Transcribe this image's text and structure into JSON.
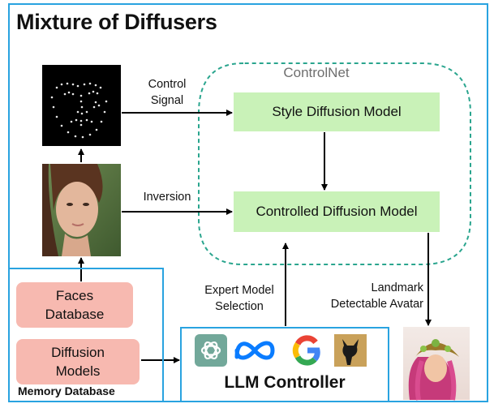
{
  "title": "Mixture of Diffusers",
  "controlnet": {
    "label": "ControlNet"
  },
  "style_model": {
    "label": "Style Diffusion Model"
  },
  "controlled_model": {
    "label": "Controlled Diffusion Model"
  },
  "faces_db": {
    "line1": "Faces",
    "line2": "Database"
  },
  "diffusion_models": {
    "line1": "Diffusion",
    "line2": "Models"
  },
  "memory_db": {
    "label": "Memory Database"
  },
  "llm_controller": {
    "label": "LLM Controller",
    "logos": [
      "chatgpt-logo",
      "meta-logo",
      "google-logo",
      "huggingface-logo"
    ]
  },
  "edges": {
    "control_signal": {
      "line1": "Control",
      "line2": "Signal"
    },
    "inversion": "Inversion",
    "expert_selection": {
      "line1": "Expert Model",
      "line2": "Selection"
    },
    "landmark": {
      "line1": "Landmark",
      "line2": "Detectable Avatar"
    }
  },
  "colors": {
    "frame": "#29a3e0",
    "dashed": "#2aa58e",
    "green": "#c9f2b8",
    "pink": "#f7b9b0"
  }
}
